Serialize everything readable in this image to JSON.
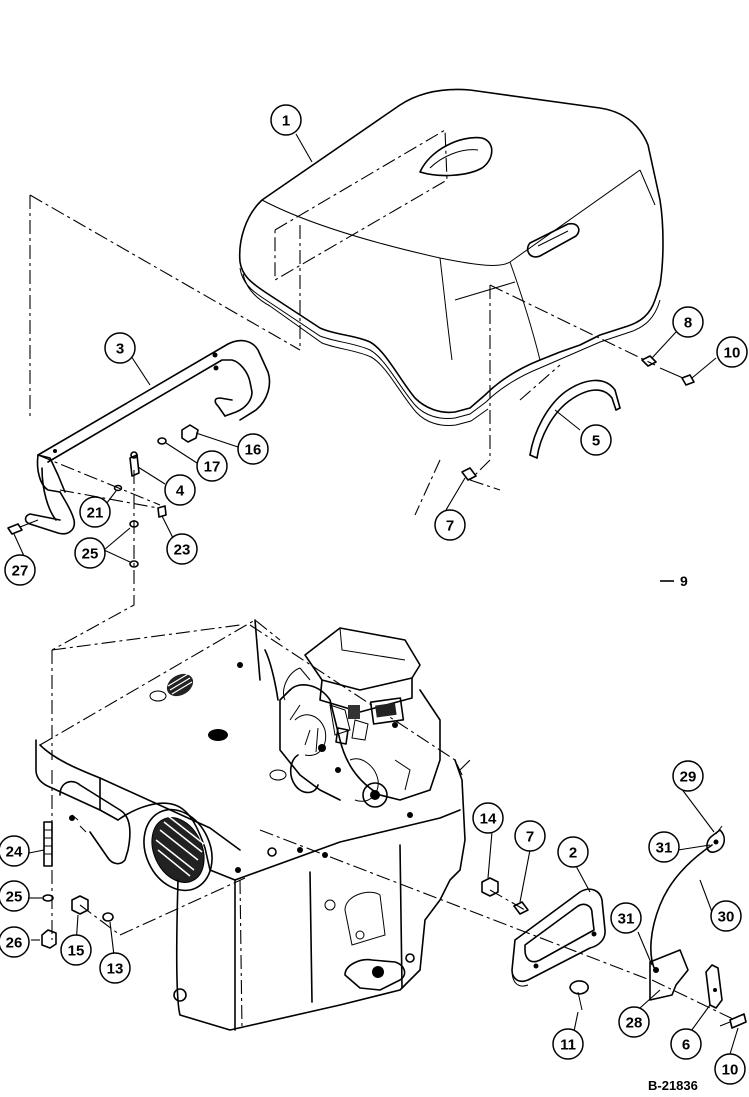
{
  "figure_id": "B-21836",
  "side_label": "9",
  "callouts": [
    {
      "id": "c1",
      "label": "1"
    },
    {
      "id": "c3",
      "label": "3"
    },
    {
      "id": "c8",
      "label": "8"
    },
    {
      "id": "c10a",
      "label": "10"
    },
    {
      "id": "c5",
      "label": "5"
    },
    {
      "id": "c16",
      "label": "16"
    },
    {
      "id": "c17",
      "label": "17"
    },
    {
      "id": "c4",
      "label": "4"
    },
    {
      "id": "c21",
      "label": "21"
    },
    {
      "id": "c23",
      "label": "23"
    },
    {
      "id": "c25a",
      "label": "25"
    },
    {
      "id": "c27",
      "label": "27"
    },
    {
      "id": "c7a",
      "label": "7"
    },
    {
      "id": "c29",
      "label": "29"
    },
    {
      "id": "c31a",
      "label": "31"
    },
    {
      "id": "c30",
      "label": "30"
    },
    {
      "id": "c14",
      "label": "14"
    },
    {
      "id": "c7b",
      "label": "7"
    },
    {
      "id": "c2",
      "label": "2"
    },
    {
      "id": "c31b",
      "label": "31"
    },
    {
      "id": "c24",
      "label": "24"
    },
    {
      "id": "c25b",
      "label": "25"
    },
    {
      "id": "c26",
      "label": "26"
    },
    {
      "id": "c15",
      "label": "15"
    },
    {
      "id": "c13",
      "label": "13"
    },
    {
      "id": "c28",
      "label": "28"
    },
    {
      "id": "c6",
      "label": "6"
    },
    {
      "id": "c11",
      "label": "11"
    },
    {
      "id": "c10b",
      "label": "10"
    }
  ]
}
